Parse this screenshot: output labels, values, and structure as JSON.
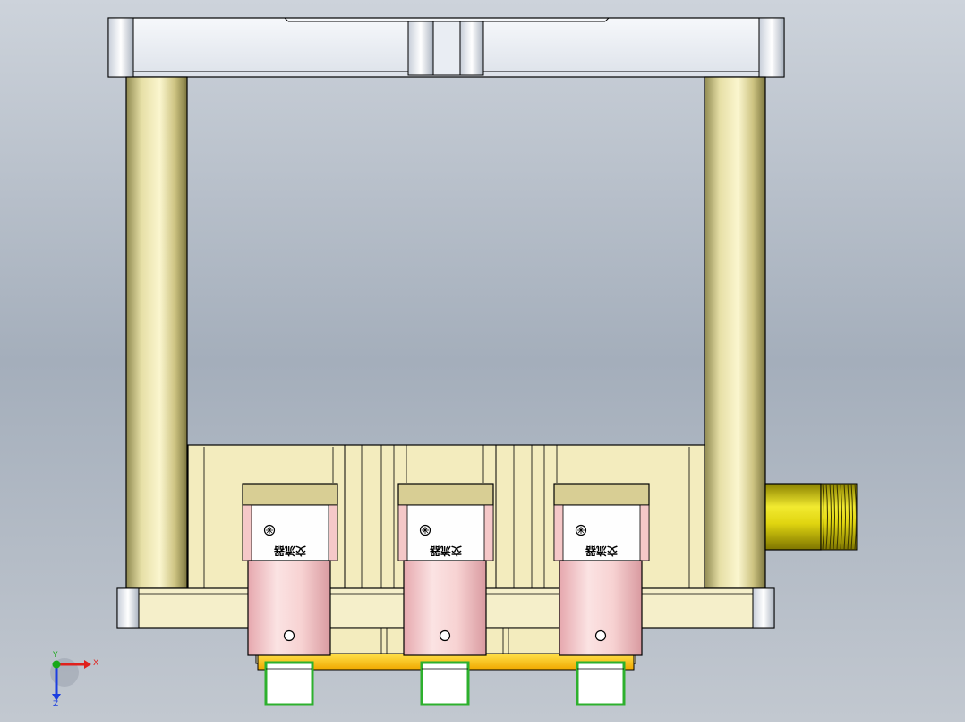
{
  "scene": {
    "type": "cad-assembly-front-view",
    "background_colors": [
      "#cdd3db",
      "#a4aebb",
      "#c2c8d0"
    ],
    "colors": {
      "top_plate": "#e8ecf2",
      "columns": "#d7cd8f",
      "base_block": "#f3ecbe",
      "base_plate": "#f5efca",
      "lower_plate": "#ffc800",
      "pink_body": "#f5c8c8",
      "tan_cap": "#d8ce94",
      "green_tip": "#2db02d",
      "fitting": "#d8cc1e"
    }
  },
  "assembly": {
    "units": [
      {
        "label": "交流器",
        "component": "solenoid-unit-left"
      },
      {
        "label": "交流器",
        "component": "solenoid-unit-center"
      },
      {
        "label": "交流器",
        "component": "solenoid-unit-right"
      }
    ]
  },
  "triad": {
    "x_label": "X",
    "y_label": "Y",
    "z_label": "Z",
    "x_color": "#e0201c",
    "y_color": "#18a818",
    "z_color": "#1c3ee0"
  }
}
